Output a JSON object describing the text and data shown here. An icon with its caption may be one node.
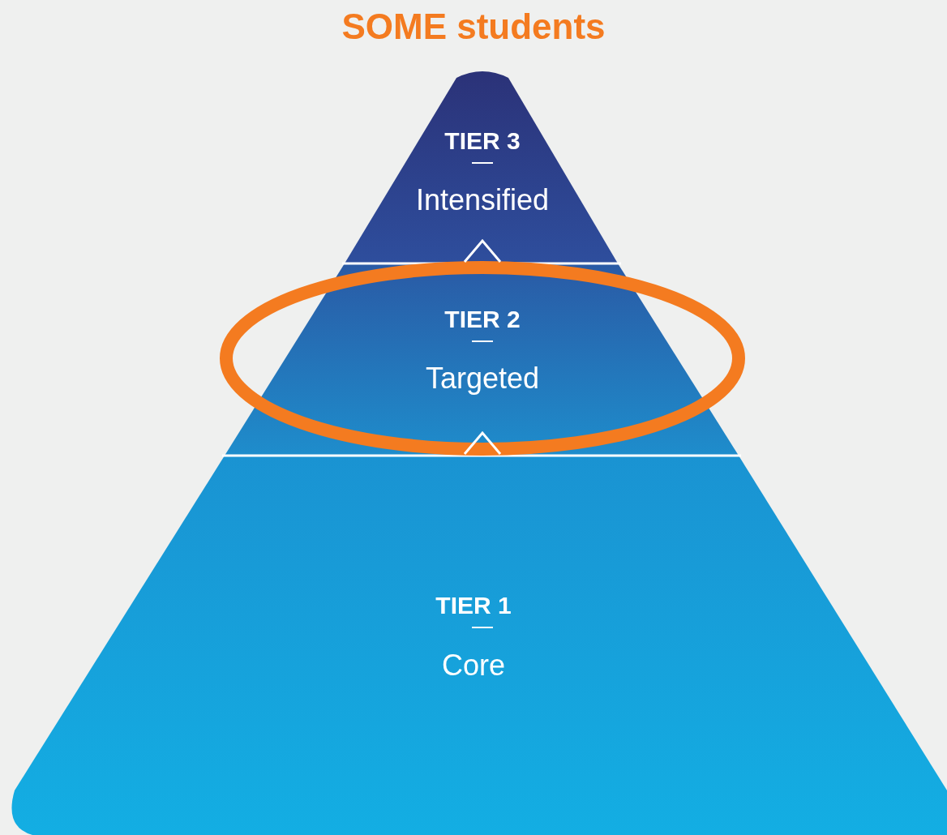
{
  "diagram": {
    "title": "SOME students",
    "nodes": [
      {
        "text": [
          "TIER 3",
          "Intensified"
        ]
      },
      {
        "text": [
          "TIER 2",
          "Targeted"
        ]
      },
      {
        "text": [
          "TIER 1",
          "Core"
        ]
      }
    ],
    "edges": [
      {
        "from": 1,
        "to": 0,
        "arrow": "to"
      },
      {
        "from": 2,
        "to": 1,
        "arrow": "to"
      }
    ]
  }
}
